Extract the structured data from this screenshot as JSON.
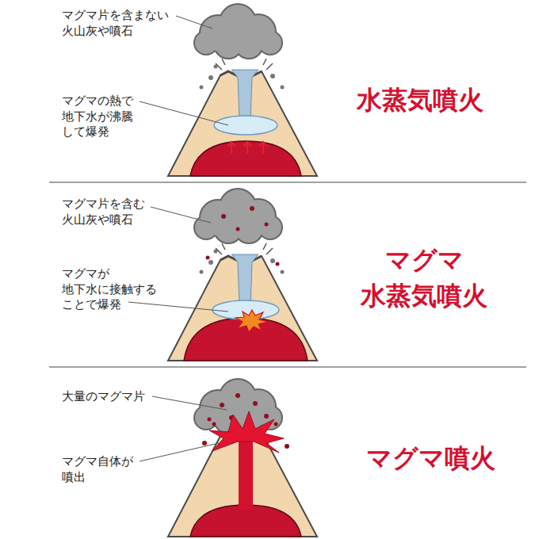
{
  "diagram": {
    "labels": [
      "マグマ片を含まない 火山灰や噴石",
      "マグマの熱で 地下水が沸騰 して爆発",
      "水蒸気噴火",
      "マグマ片を含む 火山灰や噴石",
      "マグマが 地下水に接触する ことで爆発",
      "マグマ 水蒸気噴火",
      "大量のマグマ片",
      "マグマ自体が 噴出",
      "マグマ噴火"
    ]
  }
}
